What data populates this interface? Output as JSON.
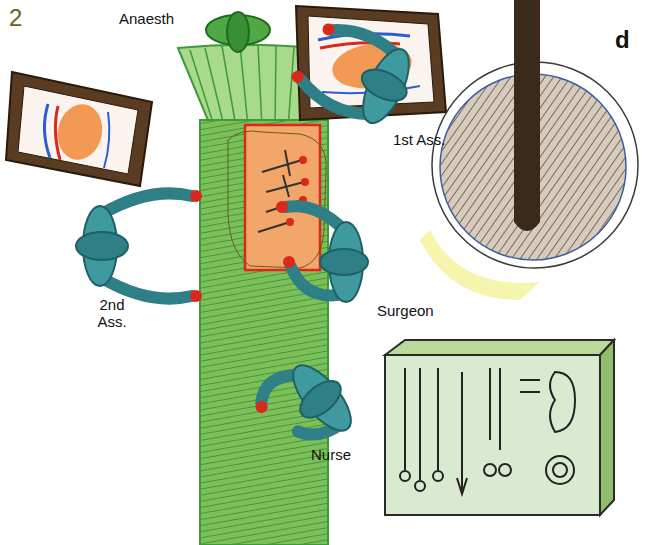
{
  "diagram": {
    "labels": [
      "2",
      "d",
      "Anaesth",
      "1st Ass.",
      "2nd Ass.",
      "Surgeon",
      "Nurse"
    ]
  }
}
